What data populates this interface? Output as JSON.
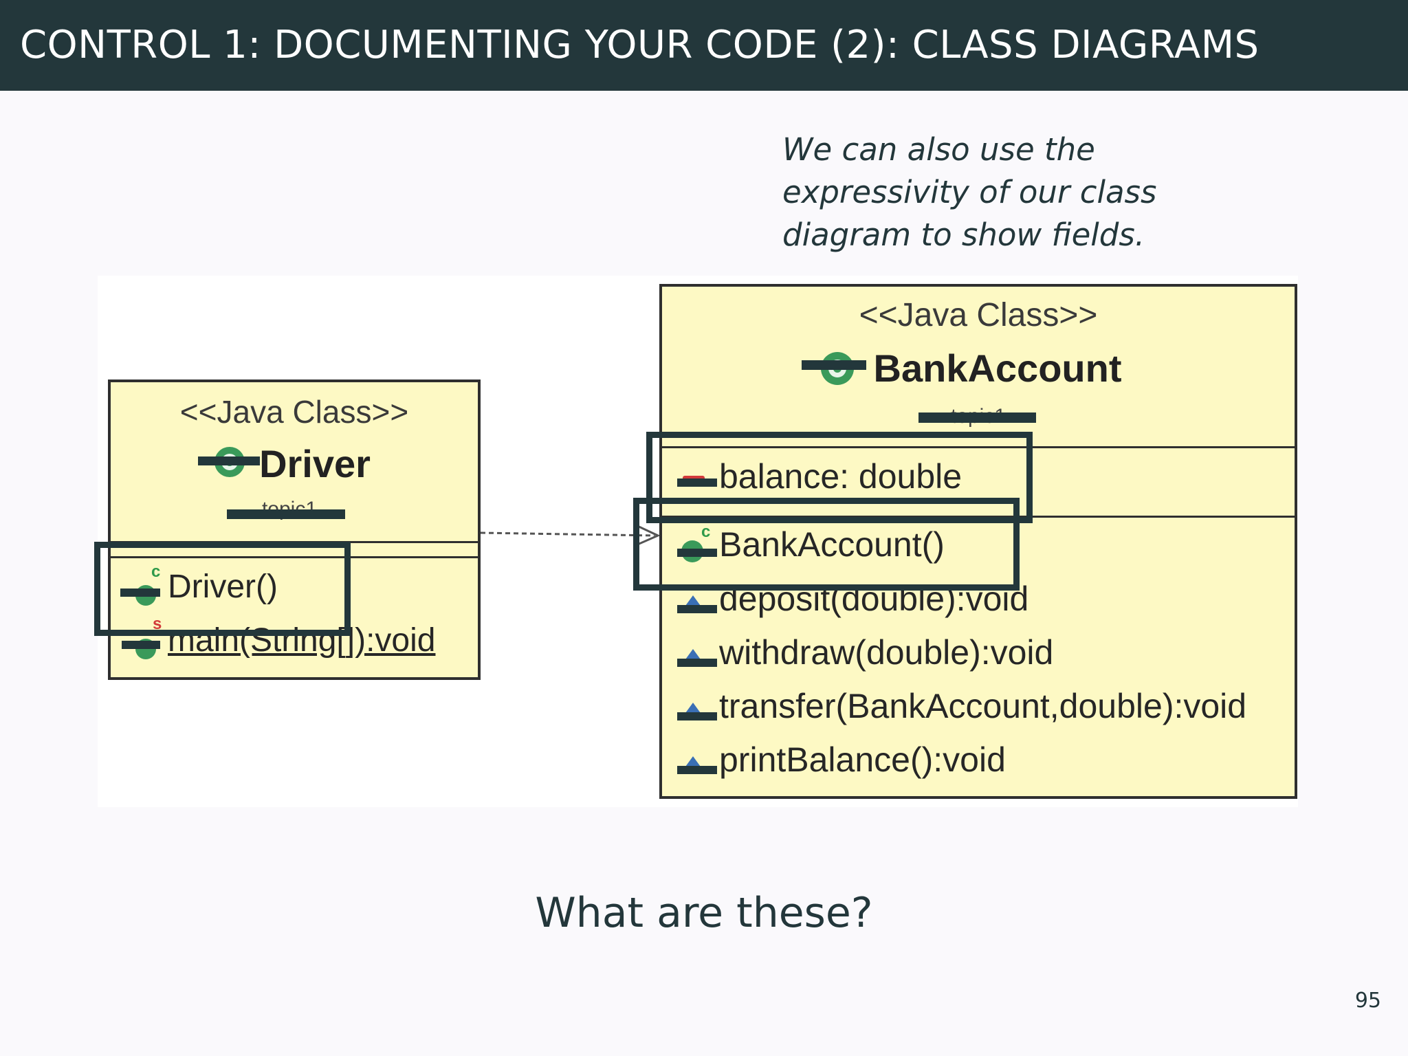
{
  "slide": {
    "title": "CONTROL 1: DOCUMENTING YOUR CODE (2): CLASS DIAGRAMS",
    "note": "We can also use the expressivity of our class diagram to show fields.",
    "question": "What are these?",
    "page_number": "95"
  },
  "diagram": {
    "driver": {
      "stereotype": "<<Java Class>>",
      "name": "Driver",
      "package": "topic1",
      "members": [
        "Driver()",
        "main(String[]):void"
      ]
    },
    "bank_account": {
      "stereotype": "<<Java Class>>",
      "name": "BankAccount",
      "package": "topic1",
      "fields": [
        "balance: double"
      ],
      "methods": [
        "BankAccount()",
        "deposit(double):void",
        "withdraw(double):void",
        "transfer(BankAccount,double):void",
        "printBalance():void"
      ]
    },
    "constructor_marker": "c",
    "static_marker": "s",
    "colors": {
      "header": "#23373b",
      "class_fill": "#fdf9c4",
      "public_icon": "#3a9a5a",
      "private_icon": "#d23a3a",
      "package_icon": "#3a6fb5"
    }
  }
}
